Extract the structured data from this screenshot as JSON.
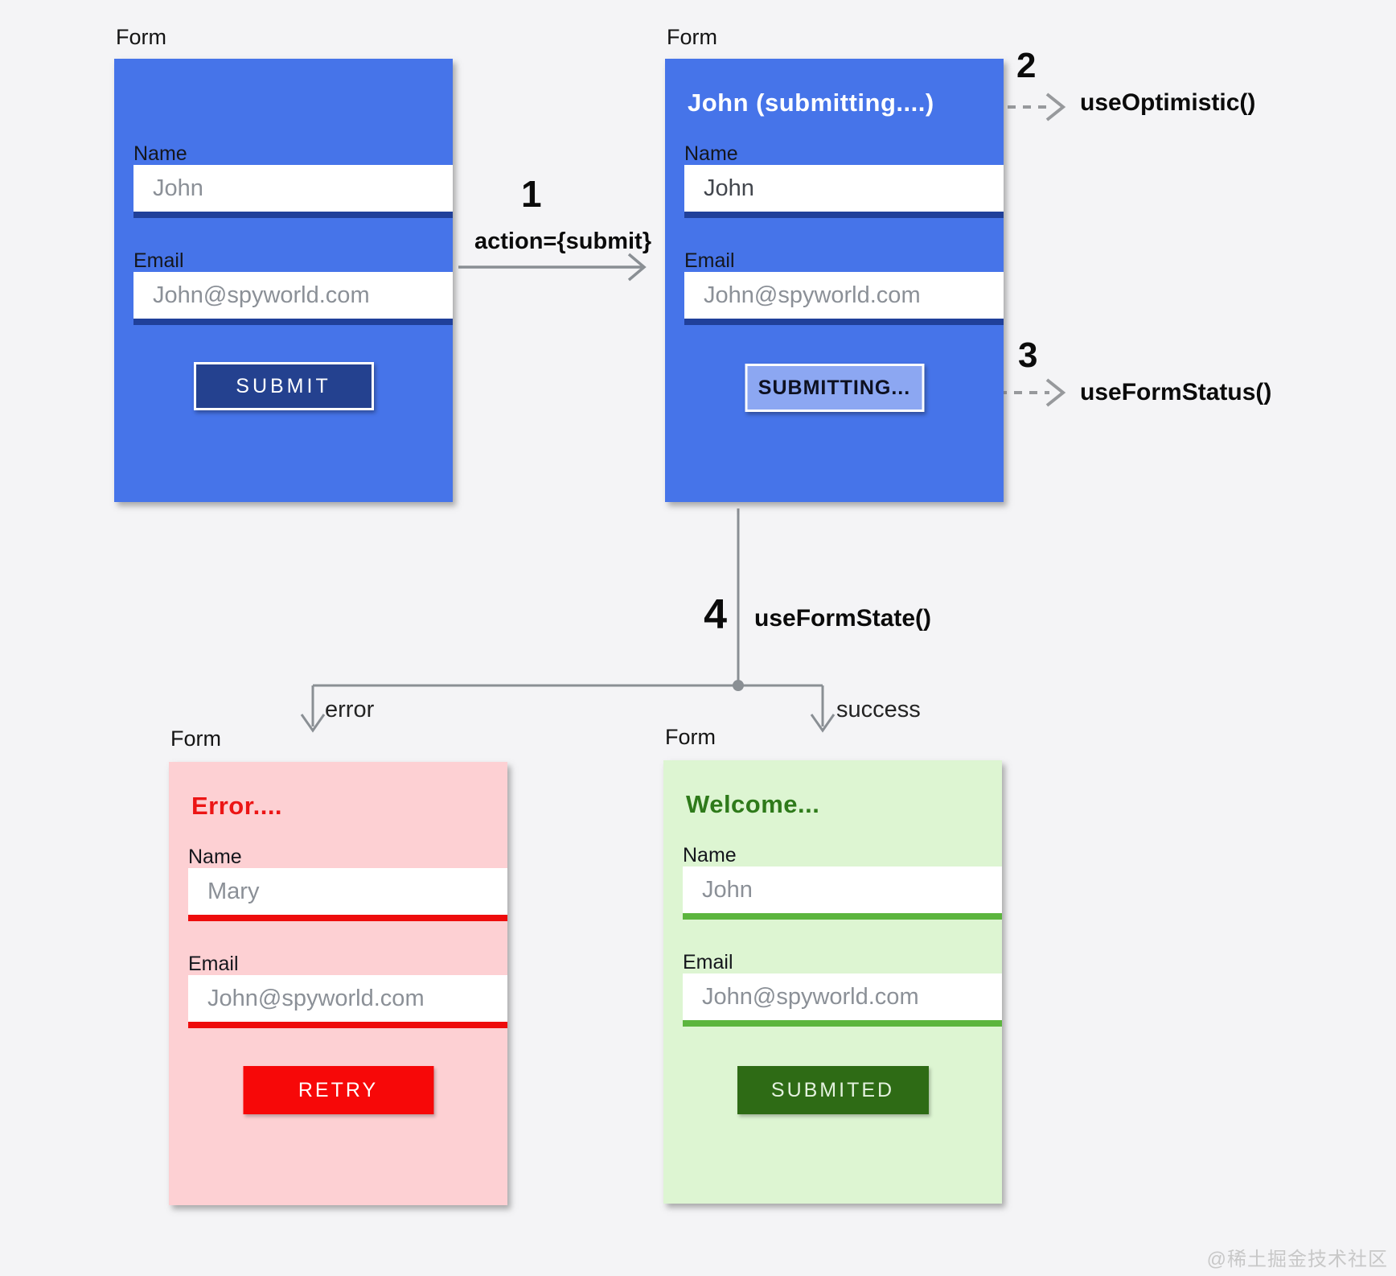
{
  "canvas": {
    "watermark": "@稀土掘金技术社区",
    "background": "#f4f4f6"
  },
  "annotations": {
    "step1": {
      "number": "1",
      "code": "action={submit}"
    },
    "step2": {
      "number": "2",
      "hook": "useOptimistic()"
    },
    "step3": {
      "number": "3",
      "hook": "useFormStatus()"
    },
    "step4": {
      "number": "4",
      "hook": "useFormState()"
    },
    "branches": {
      "error": "error",
      "success": "success"
    }
  },
  "forms": {
    "initial": {
      "tag": "Form",
      "fields": {
        "name": {
          "label": "Name",
          "value": "John"
        },
        "email": {
          "label": "Email",
          "value": "John@spyworld.com"
        }
      },
      "button": "SUBMIT",
      "colors": {
        "background": "#4674e9",
        "input_border": "#20409a",
        "button_bg": "#24418f",
        "button_text": "#ffffff"
      }
    },
    "submitting": {
      "tag": "Form",
      "heading": "John (submitting....)",
      "fields": {
        "name": {
          "label": "Name",
          "value": "John"
        },
        "email": {
          "label": "Email",
          "value": "John@spyworld.com"
        }
      },
      "button": "SUBMITTING...",
      "colors": {
        "background": "#4674e9",
        "input_border": "#20409a",
        "button_bg": "#8ca7f2",
        "button_text": "#0d1020",
        "heading": "#ffffff"
      }
    },
    "error": {
      "tag": "Form",
      "heading": "Error....",
      "fields": {
        "name": {
          "label": "Name",
          "value": "Mary"
        },
        "email": {
          "label": "Email",
          "value": "John@spyworld.com"
        }
      },
      "button": "RETRY",
      "colors": {
        "background": "#fdd0d3",
        "input_border": "#ee0c0c",
        "button_bg": "#f70808",
        "button_text": "#ffffff",
        "heading": "#ec1515"
      }
    },
    "success": {
      "tag": "Form",
      "heading": "Welcome...",
      "fields": {
        "name": {
          "label": "Name",
          "value": "John"
        },
        "email": {
          "label": "Email",
          "value": "John@spyworld.com"
        }
      },
      "button": "SUBMITED",
      "colors": {
        "background": "#ddf5d2",
        "input_border": "#5cb53e",
        "button_bg": "#2e6b15",
        "button_text": "#e4f2de",
        "heading": "#2e7a1a"
      }
    }
  }
}
